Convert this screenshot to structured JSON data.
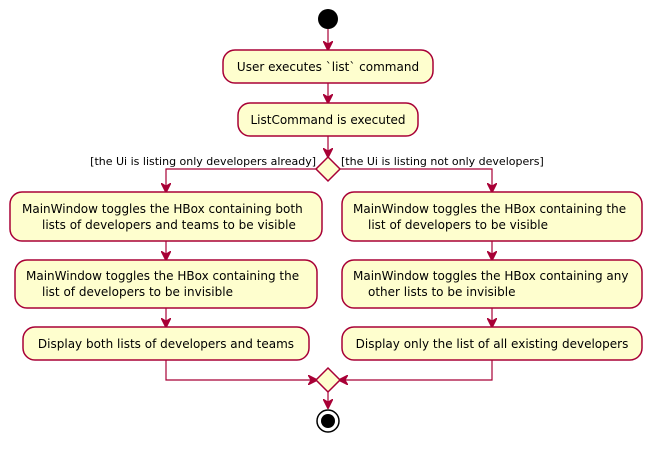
{
  "diagram": {
    "activities": {
      "user_executes": "User executes `list` command",
      "list_executed": "ListCommand is executed",
      "left_1": [
        "MainWindow toggles the HBox containing both",
        "lists of developers and teams to be visible"
      ],
      "left_2": [
        "MainWindow toggles the HBox containing the",
        "list of developers to be invisible"
      ],
      "left_3": "Display both lists of developers and teams",
      "right_1": [
        "MainWindow toggles the HBox containing the",
        "list of developers to be visible"
      ],
      "right_2": [
        "MainWindow toggles the HBox containing any",
        "other lists to be invisible"
      ],
      "right_3": "Display only the list of all existing developers"
    },
    "guards": {
      "left": "[the Ui is listing only developers already]",
      "right": "[the Ui is listing not only developers]"
    },
    "colors": {
      "activity_fill": "#FEFECE",
      "border": "#A80036",
      "start_end": "#000000"
    }
  }
}
